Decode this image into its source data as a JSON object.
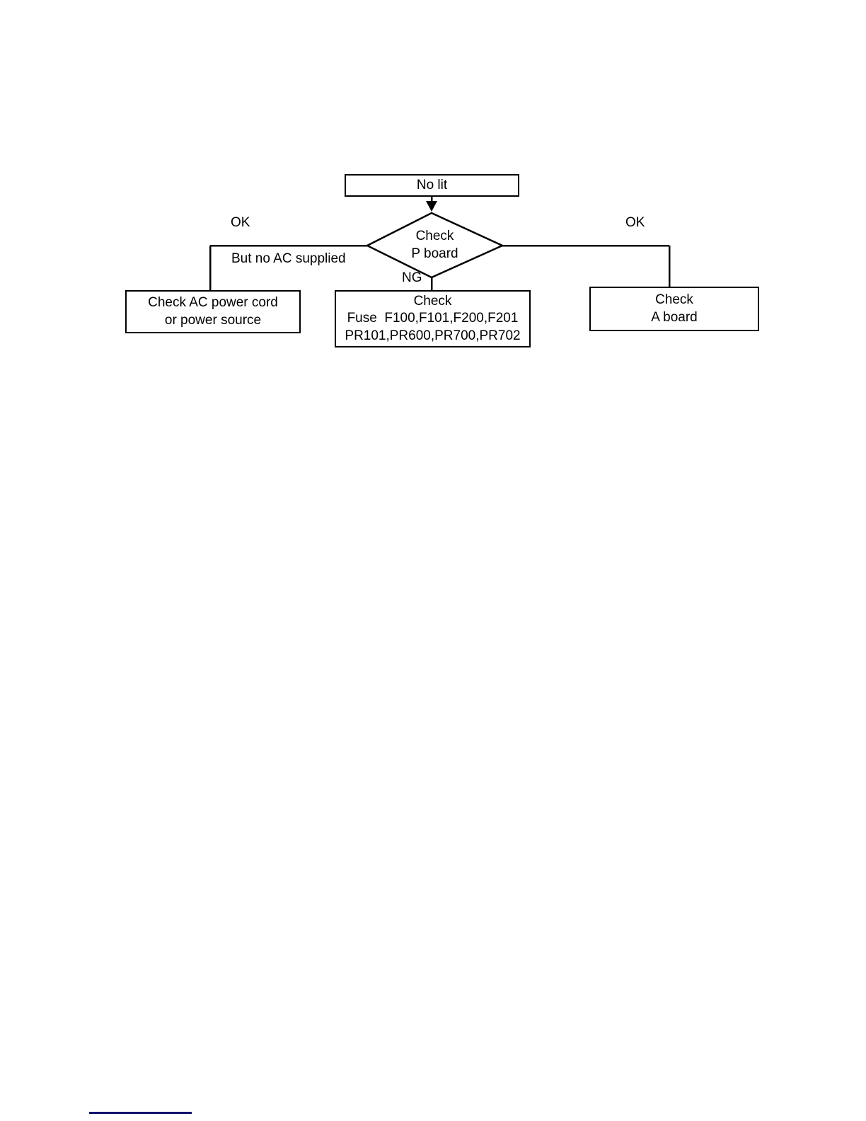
{
  "diagram": {
    "title": "No lit troubleshooting flowchart",
    "type": "flowchart",
    "line_color": "#000000",
    "footer_rule_color": "#14146e",
    "nodes": {
      "start": {
        "shape": "rectangle",
        "lines": [
          "No lit"
        ]
      },
      "decision": {
        "shape": "diamond",
        "lines": [
          "Check",
          "P board"
        ]
      },
      "left_result": {
        "shape": "rectangle",
        "lines": [
          "Check AC power cord",
          "or power source"
        ]
      },
      "center_result": {
        "shape": "rectangle",
        "lines": [
          "Check",
          "Fuse  F100,F101,F200,F201",
          "PR101,PR600,PR700,PR702"
        ]
      },
      "right_result": {
        "shape": "rectangle",
        "lines": [
          "Check",
          "A board"
        ]
      }
    },
    "edge_labels": {
      "ok_left": "OK",
      "ok_right": "OK",
      "but_no_ac": "But no AC supplied",
      "ng": "NG"
    }
  }
}
